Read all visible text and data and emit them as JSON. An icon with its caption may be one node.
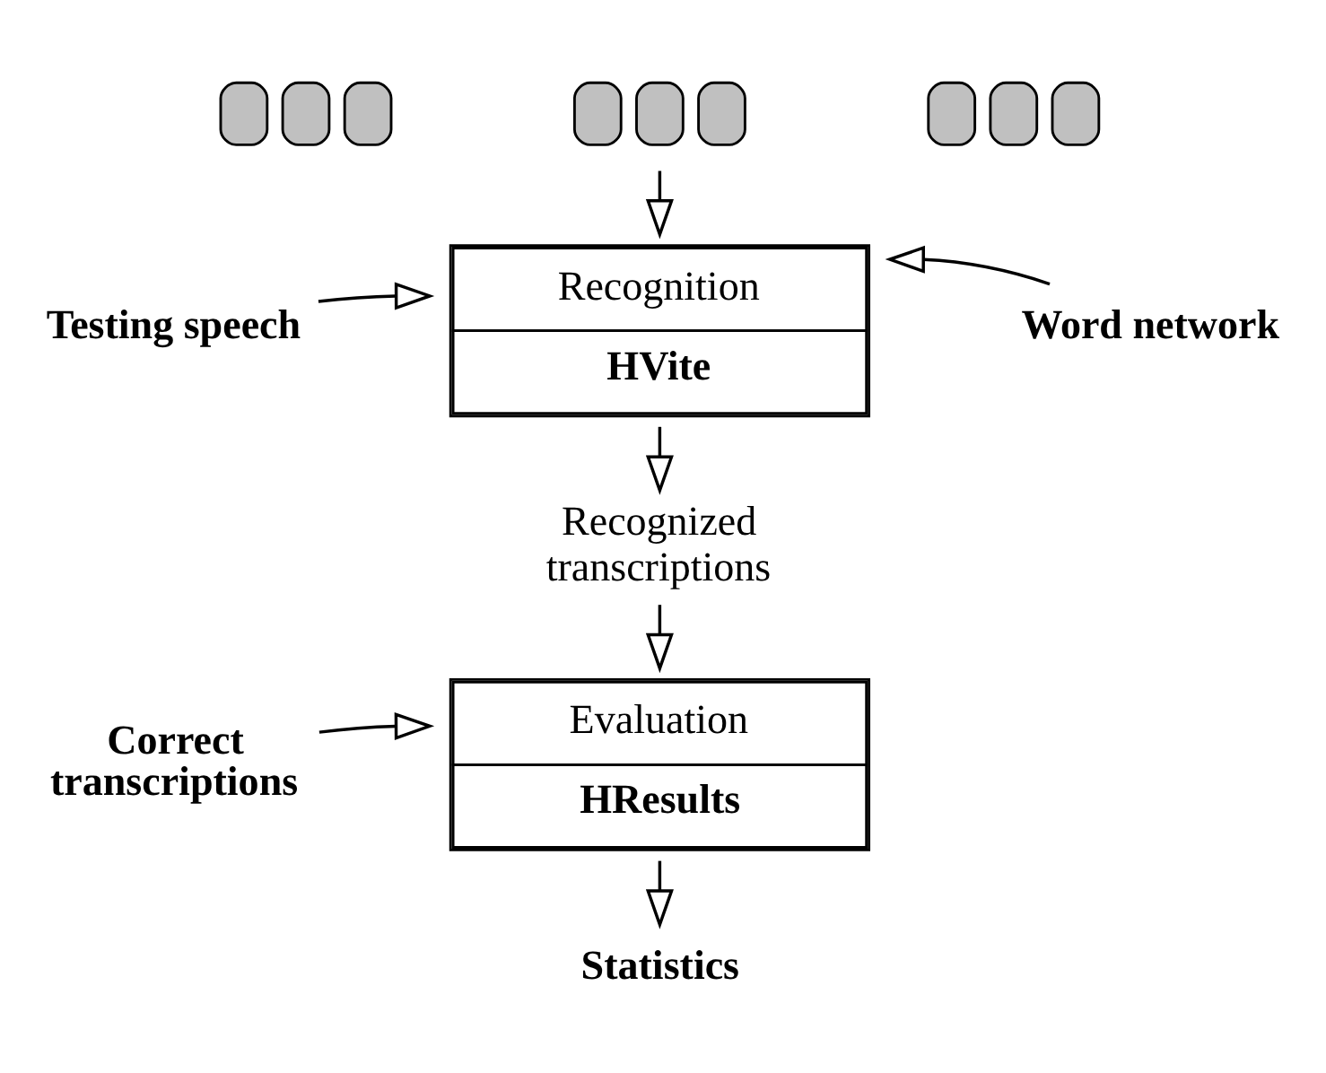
{
  "diagram": {
    "nodes": [
      {
        "text": [],
        "shape": "picture"
      },
      {
        "text": [],
        "shape": "picture"
      },
      {
        "text": [],
        "shape": "picture"
      },
      {
        "text": [
          "Testing speech"
        ]
      },
      {
        "text": [
          "Recognition",
          "HVite"
        ]
      },
      {
        "text": [
          "Word network"
        ]
      },
      {
        "text": [
          "Recognized transcriptions"
        ]
      },
      {
        "text": [
          "Correct transcriptions"
        ]
      },
      {
        "text": [
          "Evaluation",
          "HResults"
        ]
      },
      {
        "text": [
          "Statistics"
        ]
      }
    ],
    "edges": [
      {
        "from": 1,
        "to": 4,
        "arrow": "to"
      },
      {
        "from": 3,
        "to": 4,
        "arrow": "to"
      },
      {
        "from": 5,
        "to": 4,
        "arrow": "to"
      },
      {
        "from": 4,
        "to": 6,
        "arrow": "to"
      },
      {
        "from": 6,
        "to": 8,
        "arrow": "to"
      },
      {
        "from": 7,
        "to": 8,
        "arrow": "to"
      },
      {
        "from": 8,
        "to": 9,
        "arrow": "to"
      }
    ]
  }
}
